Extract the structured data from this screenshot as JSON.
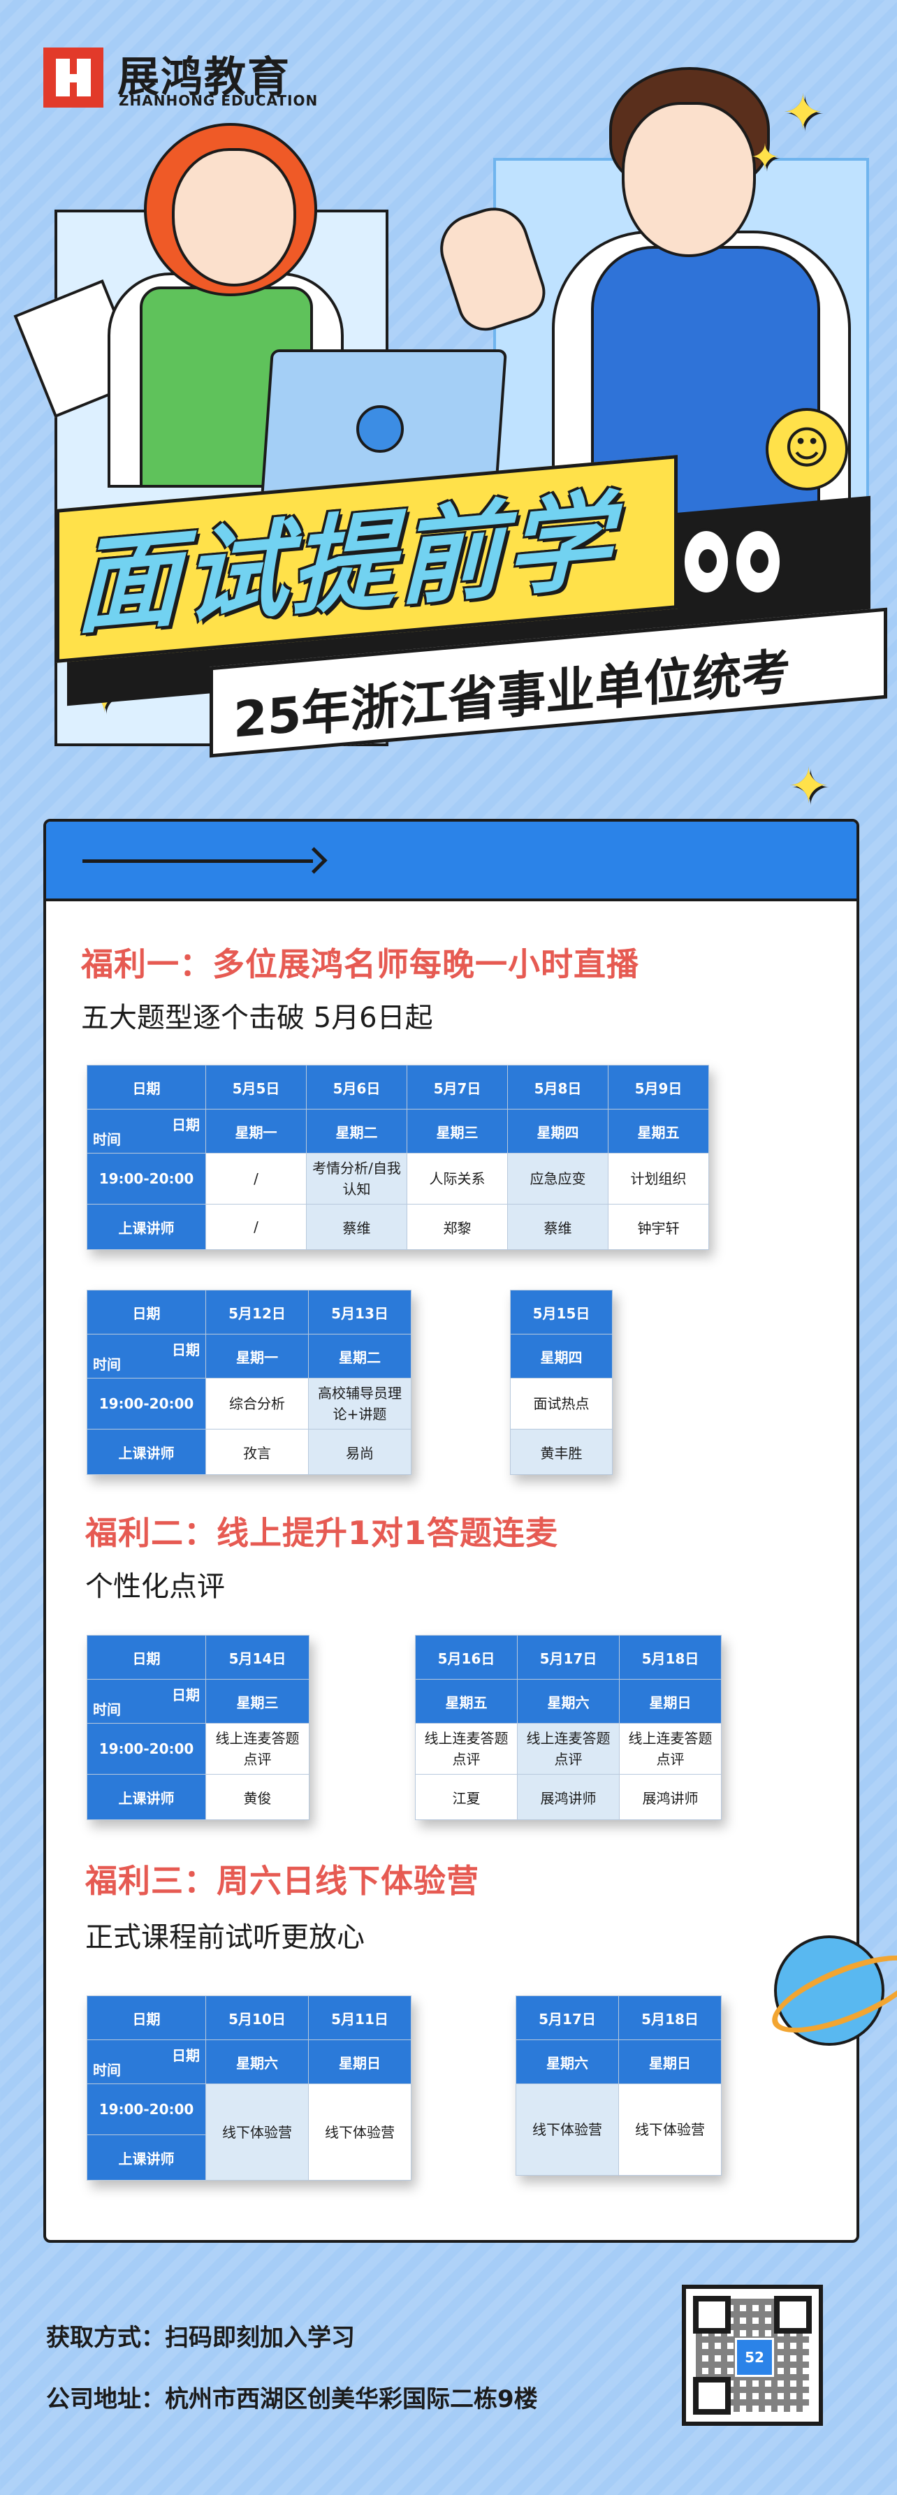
{
  "brand": {
    "name_cn": "展鸿教育",
    "name_en": "ZHANHONG EDUCATION"
  },
  "hero": {
    "title": "面试提前学",
    "subtitle": "25年浙江省事业单位统考"
  },
  "section1": {
    "title": "福利一：多位展鸿名师每晚一小时直播",
    "subtitle": "五大题型逐个击破  5月6日起",
    "table_a": {
      "date_label": "日期",
      "dates": [
        "5月5日",
        "5月6日",
        "5月7日",
        "5月8日",
        "5月9日"
      ],
      "diag_top": "日期",
      "diag_bottom": "时间",
      "weekdays": [
        "星期一",
        "星期二",
        "星期三",
        "星期四",
        "星期五"
      ],
      "time": "19:00-20:00",
      "topics": [
        "/",
        "考情分析/自我认知",
        "人际关系",
        "应急应变",
        "计划组织"
      ],
      "teacher_label": "上课讲师",
      "teachers": [
        "/",
        "蔡维",
        "郑黎",
        "蔡维",
        "钟宇轩"
      ]
    },
    "table_b": {
      "date_label": "日期",
      "dates": [
        "5月12日",
        "5月13日"
      ],
      "diag_top": "日期",
      "diag_bottom": "时间",
      "weekdays": [
        "星期一",
        "星期二"
      ],
      "time": "19:00-20:00",
      "topics": [
        "综合分析",
        "高校辅导员理论+讲题"
      ],
      "teacher_label": "上课讲师",
      "teachers": [
        "孜言",
        "易尚"
      ]
    },
    "table_c": {
      "date": "5月15日",
      "weekday": "星期四",
      "topic": "面试热点",
      "teacher": "黄丰胜"
    }
  },
  "section2": {
    "title": "福利二：线上提升1对1答题连麦",
    "subtitle": "个性化点评",
    "table_a": {
      "date_label": "日期",
      "date": "5月14日",
      "diag_top": "日期",
      "diag_bottom": "时间",
      "weekday": "星期三",
      "time": "19:00-20:00",
      "topic": "线上连麦答题点评",
      "teacher_label": "上课讲师",
      "teacher": "黄俊"
    },
    "table_b": {
      "dates": [
        "5月16日",
        "5月17日",
        "5月18日"
      ],
      "weekdays": [
        "星期五",
        "星期六",
        "星期日"
      ],
      "topics": [
        "线上连麦答题点评",
        "线上连麦答题点评",
        "线上连麦答题点评"
      ],
      "teachers": [
        "江夏",
        "展鸿讲师",
        "展鸿讲师"
      ]
    }
  },
  "section3": {
    "title": "福利三：周六日线下体验营",
    "subtitle": "正式课程前试听更放心",
    "table_a": {
      "date_label": "日期",
      "dates": [
        "5月10日",
        "5月11日"
      ],
      "diag_top": "日期",
      "diag_bottom": "时间",
      "weekdays": [
        "星期六",
        "星期日"
      ],
      "time": "19:00-20:00",
      "teacher_label": "上课讲师",
      "content": [
        "线下体验营",
        "线下体验营"
      ]
    },
    "table_b": {
      "dates": [
        "5月17日",
        "5月18日"
      ],
      "weekdays": [
        "星期六",
        "星期日"
      ],
      "content": [
        "线下体验营",
        "线下体验营"
      ]
    }
  },
  "footer": {
    "access_label": "获取方式：",
    "access_text": "扫码即刻加入学习",
    "address_label": "公司地址：",
    "address_text": "杭州市西湖区创美华彩国际二栋9楼",
    "qr_badge": "52"
  }
}
